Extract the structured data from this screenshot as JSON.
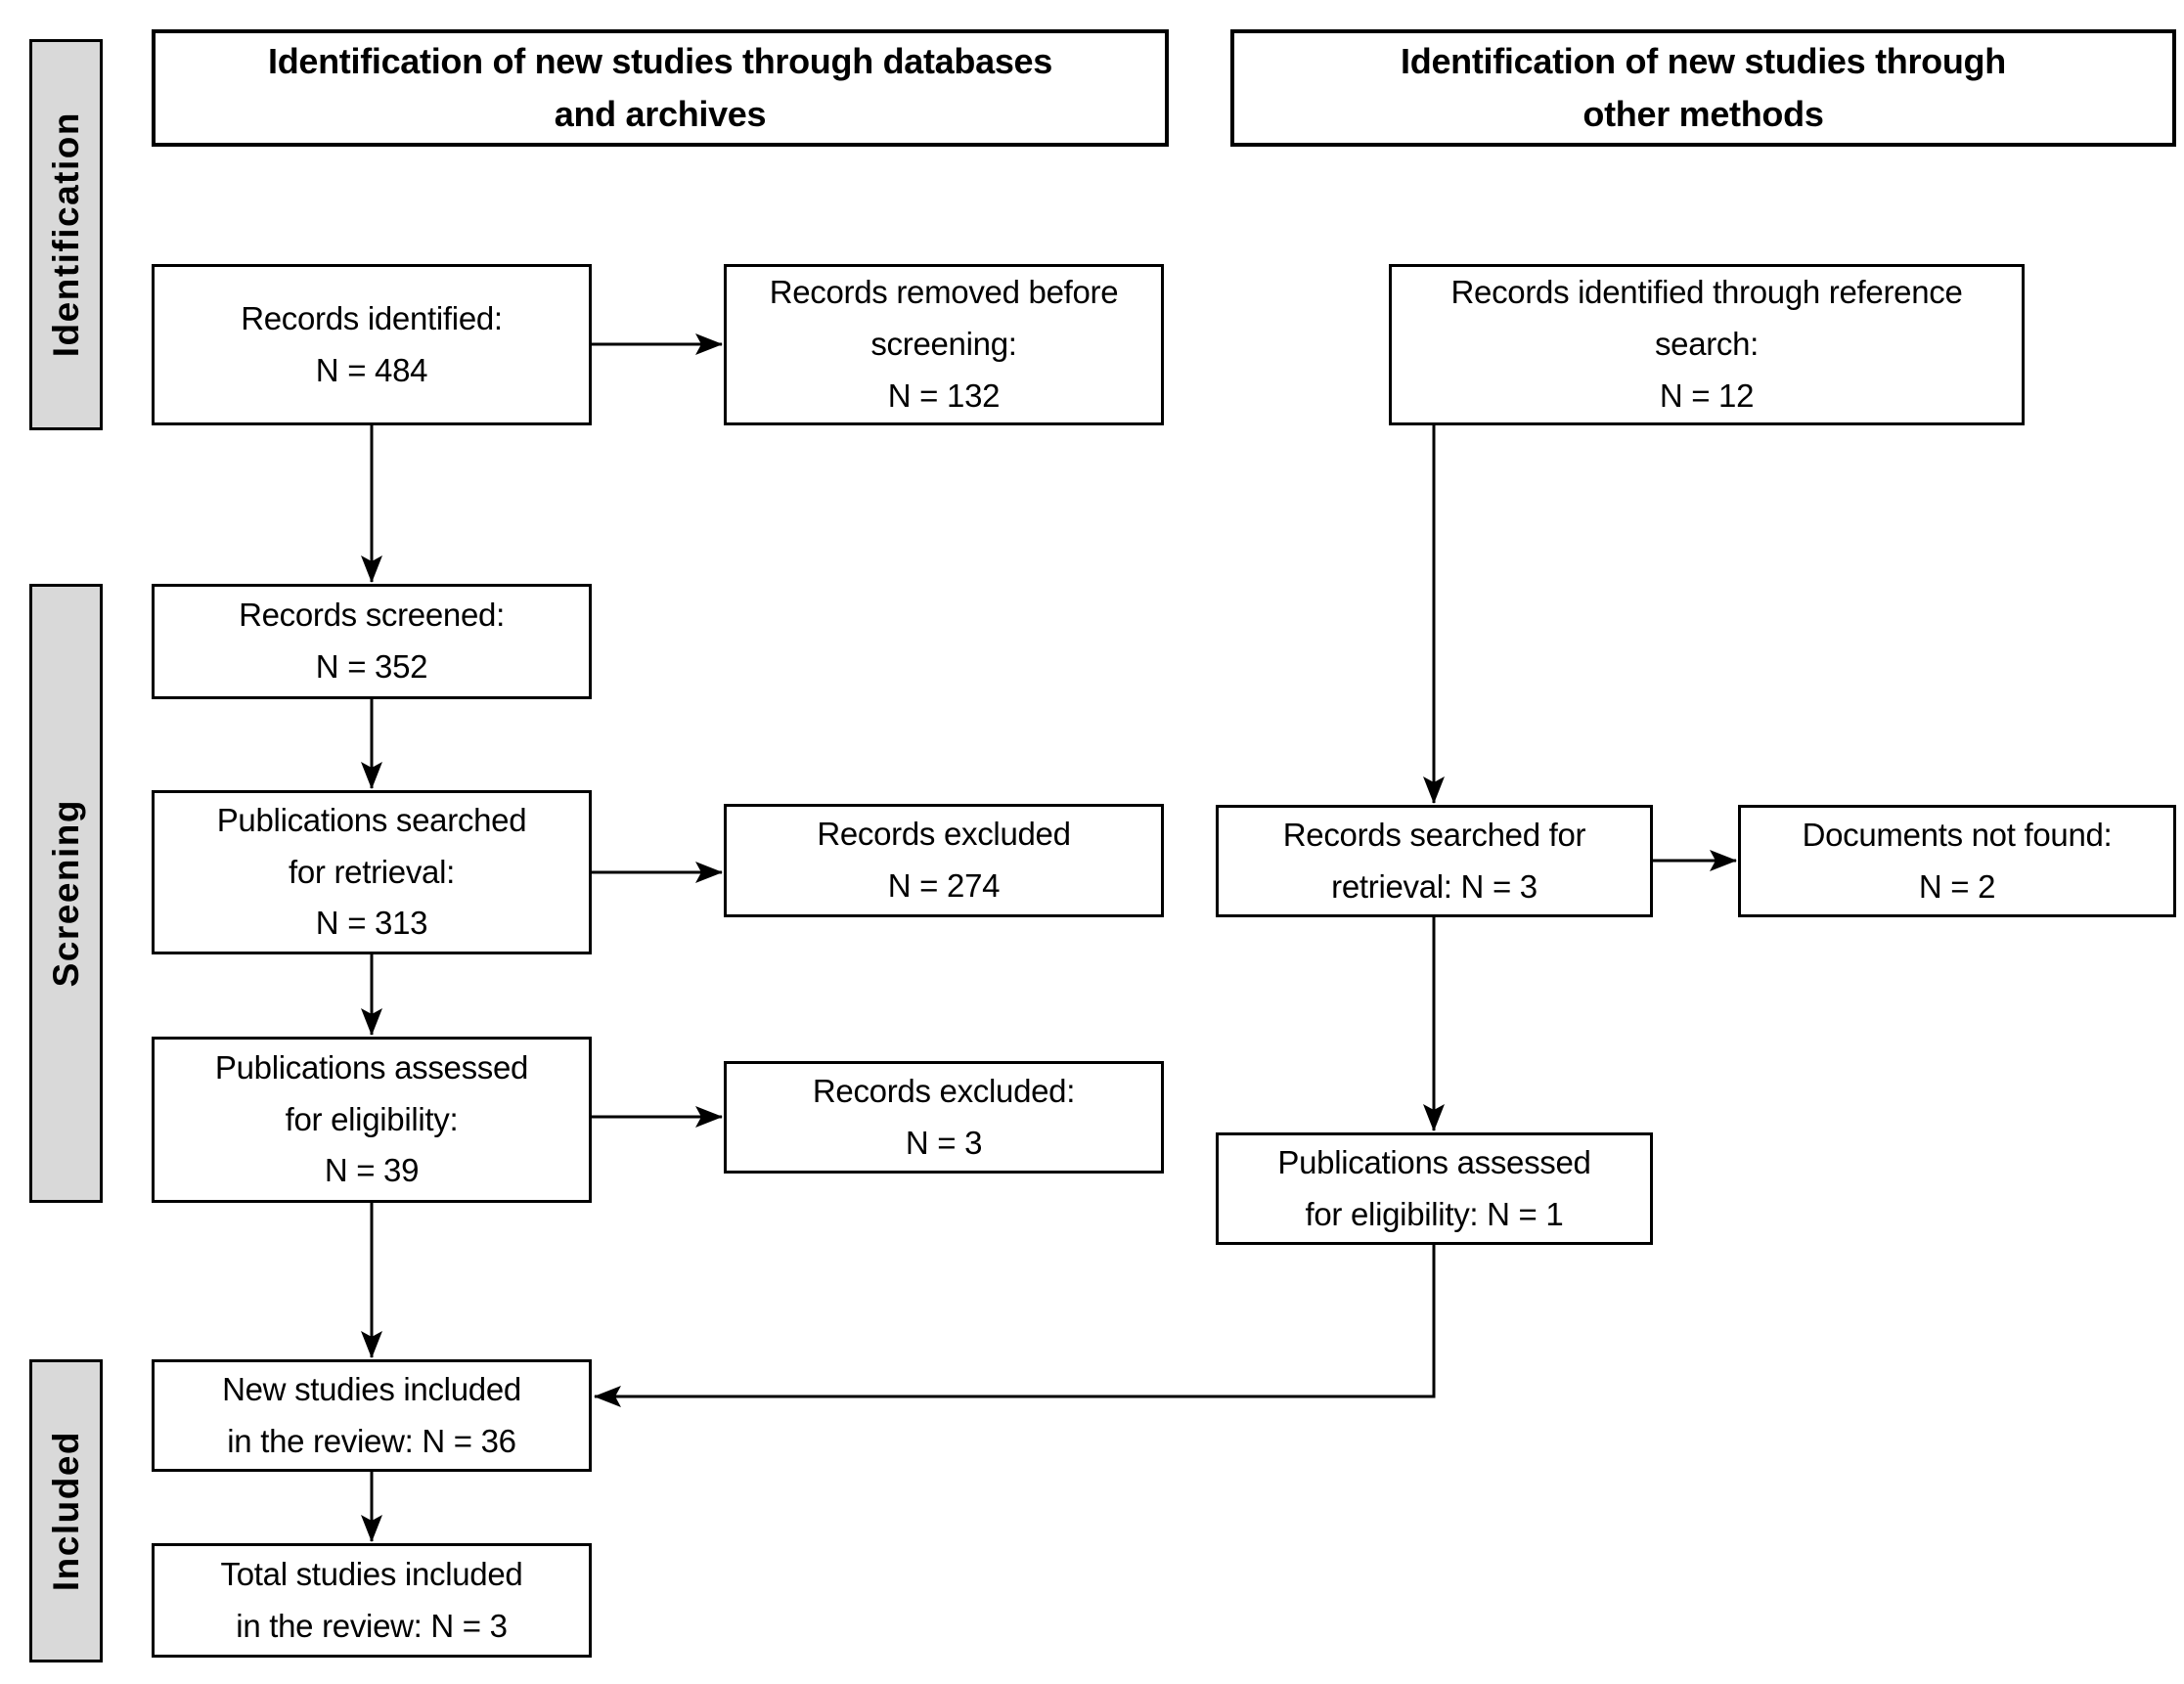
{
  "headers": {
    "left": "Identification of new studies through databases\nand archives",
    "right": "Identification of new studies through\nother methods"
  },
  "sidebar": [
    {
      "id": "identification",
      "label": "Identification"
    },
    {
      "id": "screening",
      "label": "Screening"
    },
    {
      "id": "included",
      "label": "Included"
    }
  ],
  "boxes": {
    "records_identified": "Records identified:\nN = 484",
    "records_removed_before_screening": "Records removed before\nscreening:\nN = 132",
    "records_identified_reference_search": "Records identified through reference\nsearch:\nN = 12",
    "records_screened": "Records screened:\nN = 352",
    "publications_searched_for_retrieval": "Publications searched\nfor retrieval:\nN = 313",
    "records_excluded": "Records excluded\nN = 274",
    "records_searched_for_retrieval": "Records searched for\nretrieval: N = 3",
    "documents_not_found": "Documents not found:\nN = 2",
    "publications_assessed_for_eligibility": "Publications assessed\nfor eligibility:\nN = 39",
    "records_excluded_after_eligibility": "Records excluded:\nN = 3",
    "publications_assessed_other_methods": "Publications assessed\nfor eligibility: N = 1",
    "new_studies_included": "New studies included\nin the review: N = 36",
    "total_studies_included": "Total studies included\nin the review: N = 3"
  },
  "colors": {
    "sidebar_fill": "#d9d9d9",
    "box_fill": "#ffffff",
    "border": "#000000",
    "text": "#000000",
    "background": "#ffffff"
  }
}
